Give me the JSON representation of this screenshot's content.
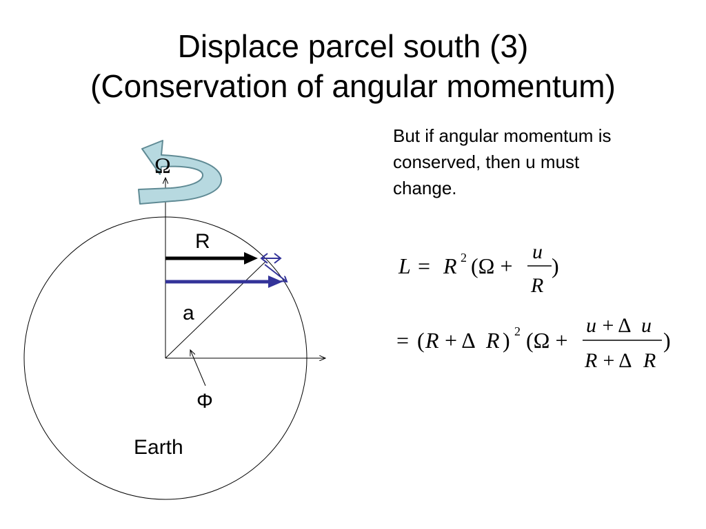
{
  "slide": {
    "title_line1": "Displace parcel south (3)",
    "title_line2": "(Conservation of angular momentum)",
    "body_line1": "But if angular momentum is",
    "body_line2": "conserved, then u must",
    "body_line3": "change."
  },
  "diagram": {
    "omega_label": "Ω",
    "r_label": "R",
    "a_label": "a",
    "phi_label": "Φ",
    "earth_label": "Earth",
    "colors": {
      "outline": "#000000",
      "blue_arrow": "#333399",
      "rotation_arrow_fill": "#b7d9e0",
      "rotation_arrow_stroke": "#5f8a94"
    },
    "icons": [
      "rotation-arrow-icon"
    ]
  },
  "equations": {
    "eq1": {
      "lhs": "L",
      "eq": "=",
      "r": "R",
      "sup": "2",
      "open": "(Ω +",
      "num": "u",
      "den": "R",
      "close": ")"
    },
    "eq2": {
      "eq": "=",
      "base_open": "(",
      "base_r": "R",
      "base_plus": " + Δ",
      "base_r2": "R",
      "base_close": ")",
      "sup": "2",
      "open": "(Ω +",
      "num_u": "u",
      "num_mid": " + Δ",
      "num_u2": "u",
      "den_r": "R",
      "den_mid": " + Δ",
      "den_r2": "R",
      "close": ")"
    }
  }
}
